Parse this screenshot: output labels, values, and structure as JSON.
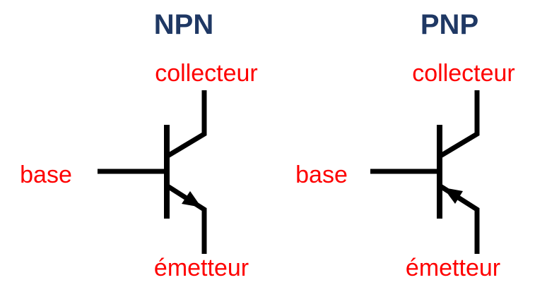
{
  "diagram": {
    "background_color": "#ffffff",
    "line_color": "#000000",
    "title_color": "#1f3864",
    "label_color": "#fe0000",
    "transistors": [
      {
        "title": "NPN",
        "emitter_arrow_direction": "outward",
        "labels": {
          "collector": "collecteur",
          "base": "base",
          "emitter": "émetteur"
        }
      },
      {
        "title": "PNP",
        "emitter_arrow_direction": "inward",
        "labels": {
          "collector": "collecteur",
          "base": "base",
          "emitter": "émetteur"
        }
      }
    ]
  }
}
